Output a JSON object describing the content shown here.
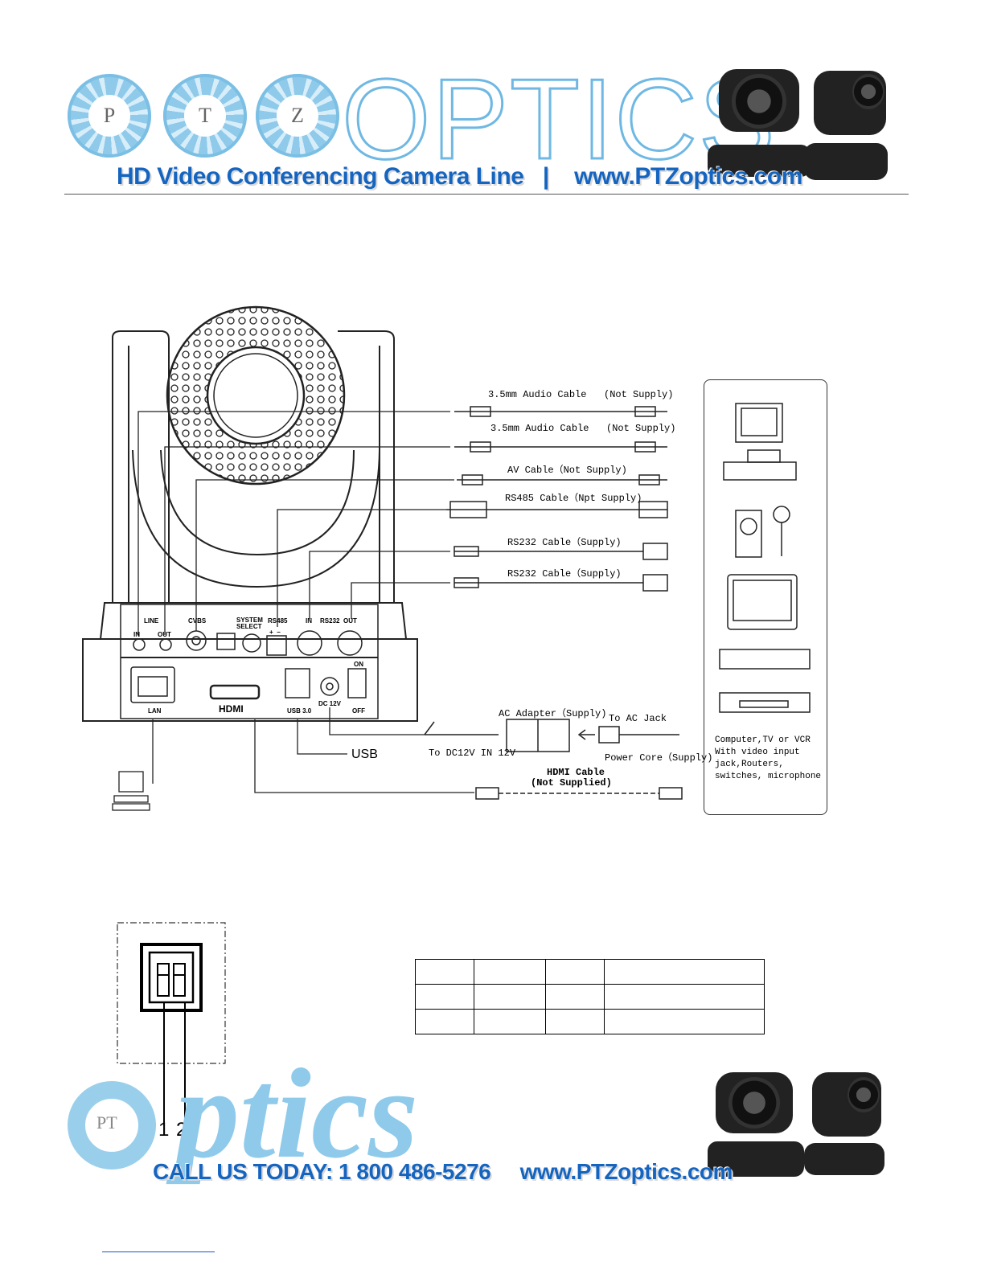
{
  "header": {
    "logo_letters": [
      "P",
      "T",
      "Z"
    ],
    "logo_word": "OPTICS",
    "tagline": "HD Video Conferencing Camera Line   |    www.PTZoptics.com"
  },
  "diagram": {
    "cables": [
      {
        "label": "3.5mm Audio Cable   (Not Supply)"
      },
      {
        "label": "3.5mm Audio Cable   (Not Supply)"
      },
      {
        "label": "AV Cable（Not Supply)"
      },
      {
        "label": "RS485 Cable（Npt Supply)"
      },
      {
        "label": "RS232 Cable（Supply)"
      },
      {
        "label": "RS232 Cable（Supply)"
      }
    ],
    "ports": {
      "line": "LINE",
      "in": "IN",
      "out": "OUT",
      "cvbs": "CVBS",
      "system_select": "SYSTEM\nSELECT",
      "rs485": "RS485",
      "plus_minus": "+  −",
      "rs232_in": "IN",
      "rs232": "RS232",
      "rs232_out": "OUT",
      "on": "ON",
      "off": "OFF",
      "lan": "LAN",
      "hdmi": "HDMI",
      "usb30": "USB 3.0",
      "dc12v": "DC 12V"
    },
    "ac_adapter_label": "AC Adapter（Supply)",
    "to_ac_jack": "To AC Jack",
    "to_dc12v": "To DC12V IN 12V",
    "power_core": "Power Core（Supply)",
    "usb_label": "USB",
    "hdmi_cable_label": "HDMI Cable",
    "hdmi_cable_note": "(Not Supplied)",
    "devices_text": "Computer,TV or VCR\nWith video input\njack,Routers,\nswitches, microphone"
  },
  "dip_switch": {
    "labels": [
      "1",
      "2"
    ],
    "table_rows": [
      [
        "",
        "",
        "",
        ""
      ],
      [
        "",
        "",
        "",
        ""
      ],
      [
        "",
        "",
        "",
        ""
      ]
    ]
  },
  "footer": {
    "logo_word": "ptics",
    "logo_letters": "PT",
    "call_text": "CALL US TODAY: 1 800 486-5276     www.PTZoptics.com"
  },
  "colors": {
    "logo_blue": "#6fb8e3",
    "tagline_blue": "#1565c0",
    "link_blue": "#1a56c8"
  }
}
